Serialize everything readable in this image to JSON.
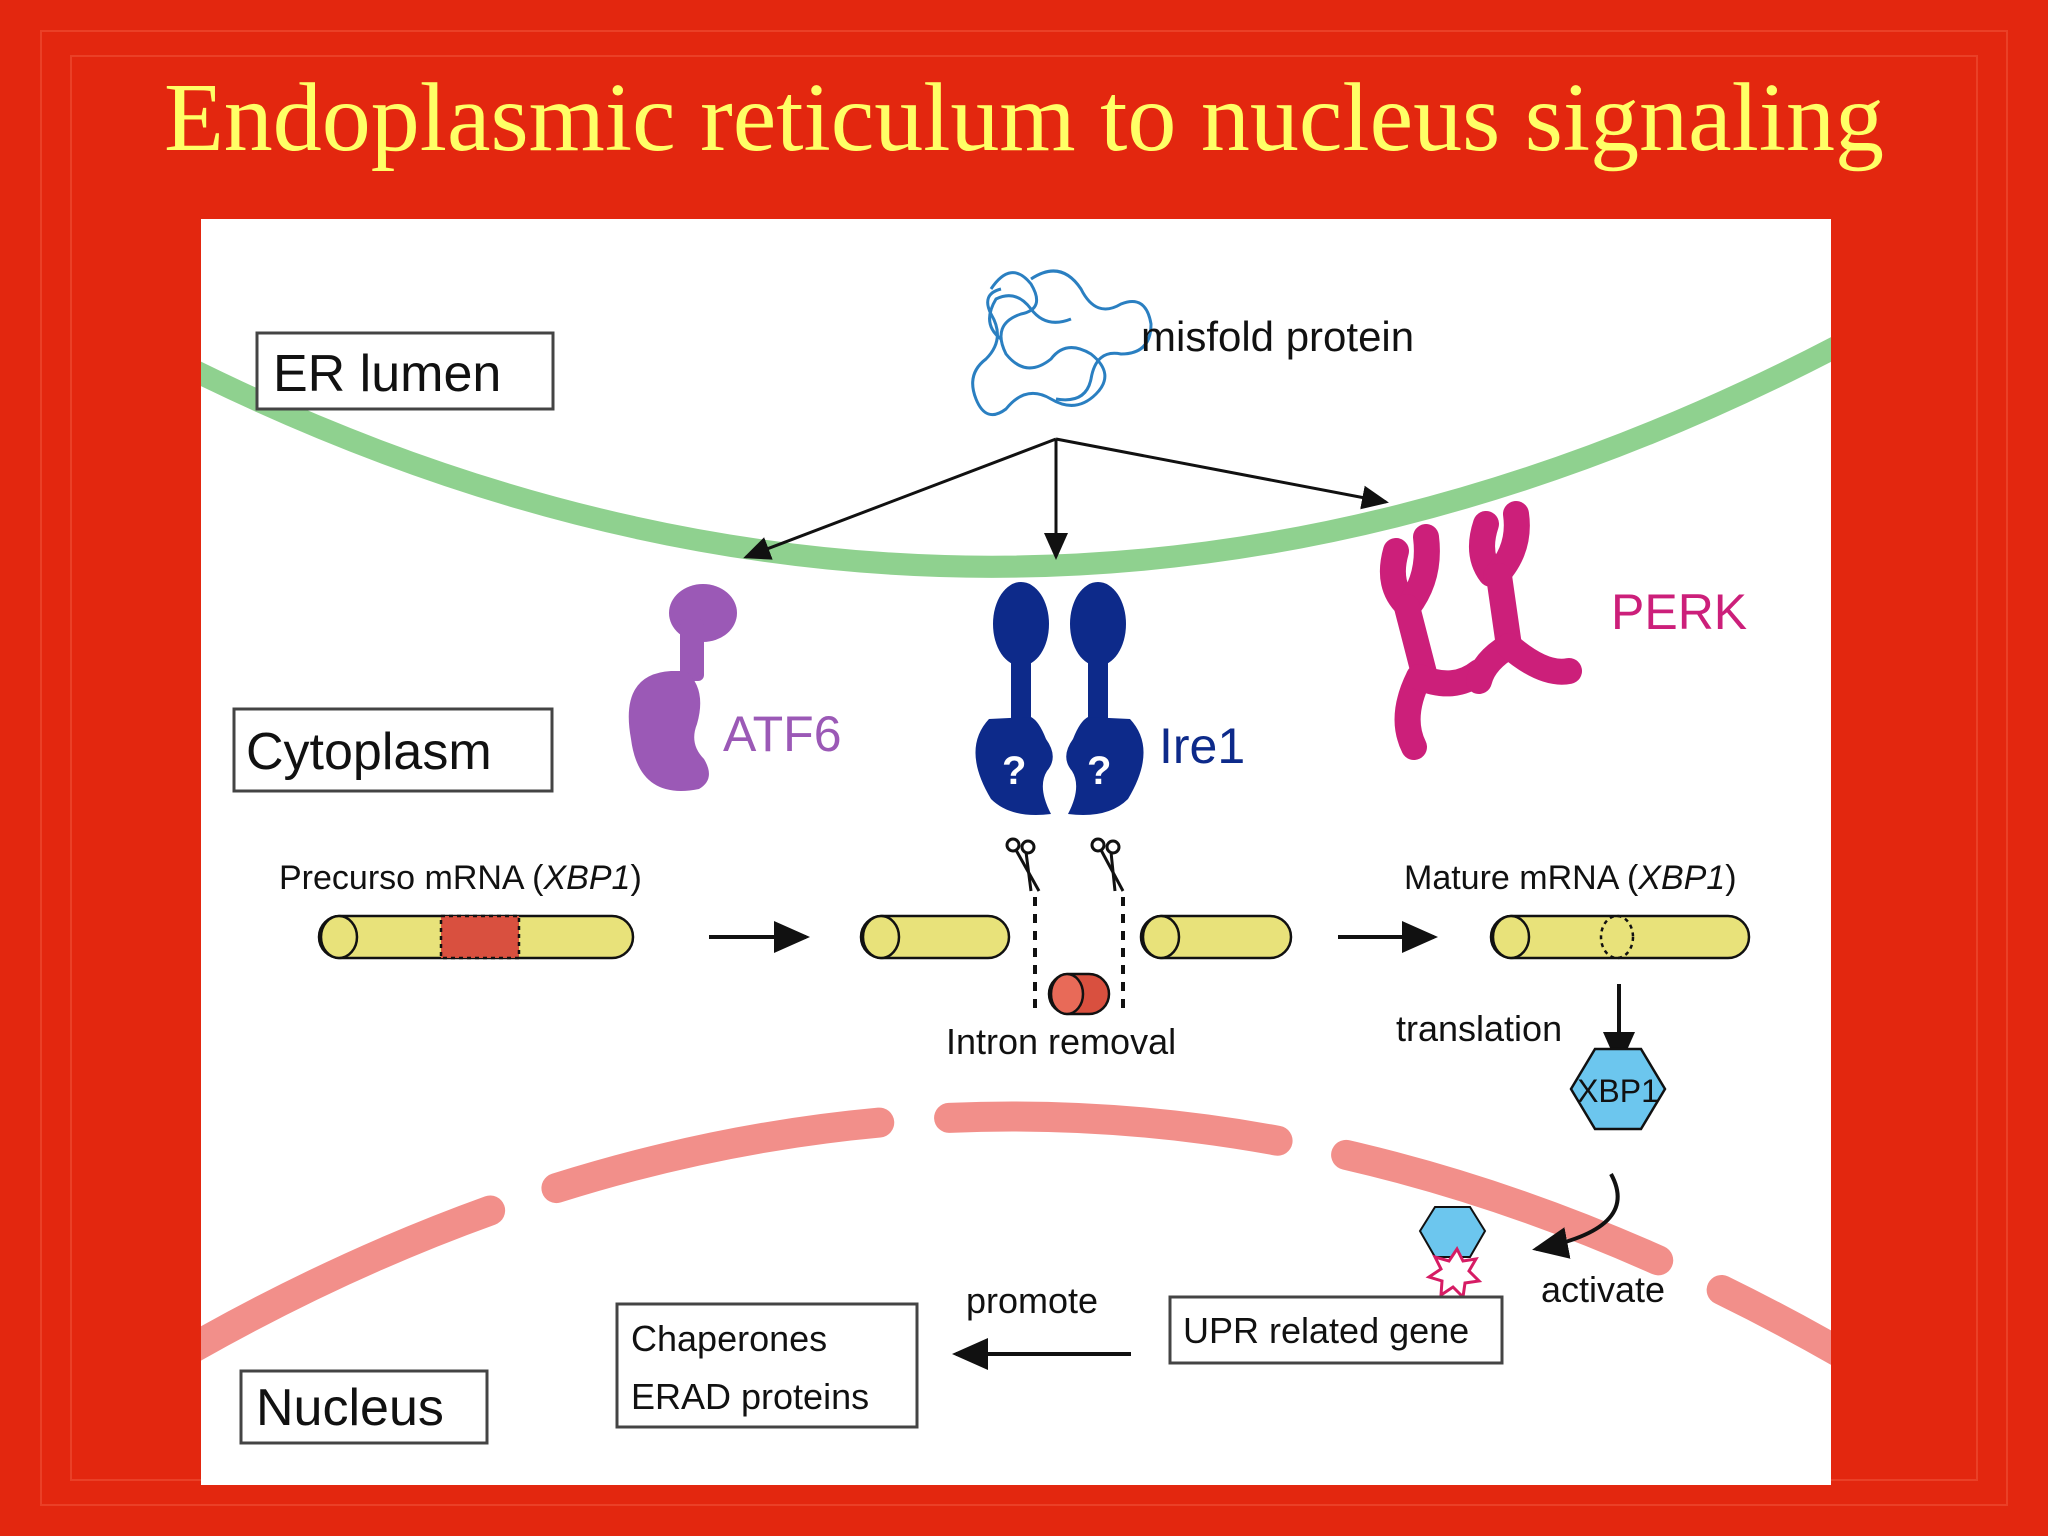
{
  "slide": {
    "title": "Endoplasmic reticulum to nucleus signaling",
    "colors": {
      "background": "#e3270f",
      "title": "#ffff66"
    }
  },
  "diagram": {
    "compartments": {
      "er_lumen": "ER lumen",
      "cytoplasm": "Cytoplasm",
      "nucleus": "Nucleus"
    },
    "misfold_protein": "misfold protein",
    "sensors": {
      "atf6": "ATF6",
      "ire1": "Ire1",
      "ire1_unknown": "?",
      "perk": "PERK"
    },
    "mrna": {
      "precursor": "Precurso mRNA (",
      "mature": "Mature mRNA (",
      "gene": "XBP1",
      "close": ")",
      "intron_removal": "Intron removal"
    },
    "translation": "translation",
    "protein": "XBP1",
    "activate": "activate",
    "upr_gene": "UPR related gene",
    "promote": "promote",
    "products": [
      "Chaperones",
      "ERAD proteins"
    ],
    "colors": {
      "er_membrane": "#8fd18f",
      "nuclear_envelope": "#f28f8a",
      "atf6": "#9b59b6",
      "ire1": "#0d2a8a",
      "perk": "#cc1f7a",
      "mrna": "#e8e27a",
      "intron": "#d9503f",
      "xbp1_protein": "#6cc6ee",
      "misfold": "#2a7fc1"
    },
    "icons": [
      "scissors-icon",
      "scissors-icon"
    ]
  }
}
